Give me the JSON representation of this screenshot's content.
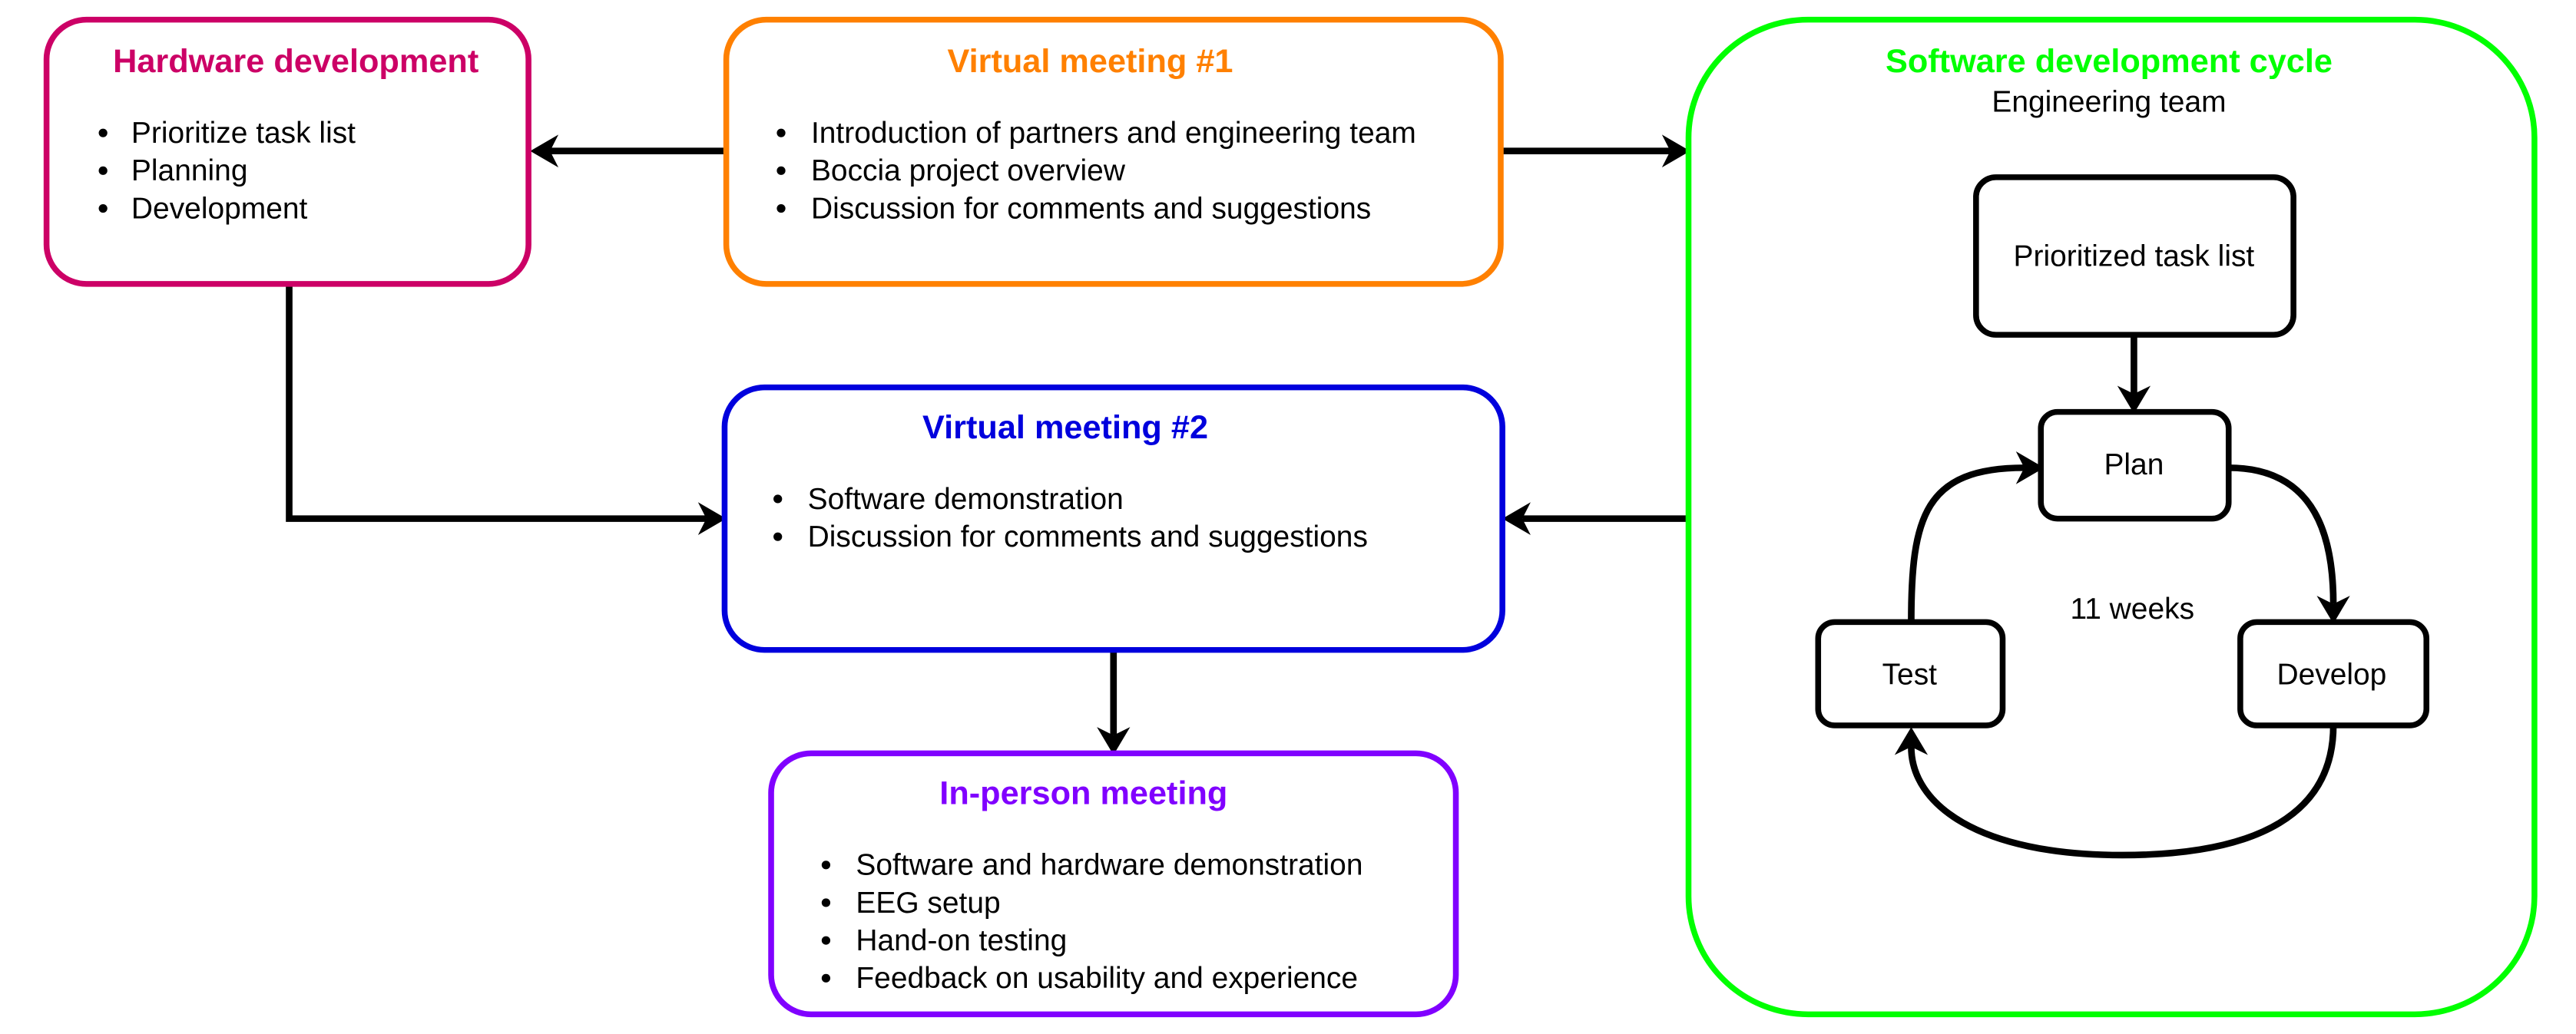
{
  "colors": {
    "hardware": "#CC0066",
    "virtual_meeting_1": "#FF8000",
    "software_cycle": "#00FF00",
    "virtual_meeting_2": "#0000DD",
    "in_person": "#8000FF",
    "connector": "#000000"
  },
  "hardware": {
    "title": "Hardware development",
    "items": [
      "Prioritize task list",
      "Planning",
      "Development"
    ]
  },
  "virtual_meeting_1": {
    "title": "Virtual meeting #1",
    "items": [
      "Introduction of partners and engineering team",
      "Boccia project overview",
      "Discussion for comments and suggestions"
    ]
  },
  "virtual_meeting_2": {
    "title": "Virtual meeting #2",
    "items": [
      "Software demonstration",
      "Discussion for comments and suggestions"
    ]
  },
  "in_person": {
    "title": "In-person meeting",
    "items": [
      "Software and hardware demonstration",
      "EEG setup",
      "Hand-on testing",
      "Feedback on usability and experience"
    ]
  },
  "software_cycle": {
    "title": "Software development cycle",
    "subtitle": "Engineering team",
    "nodes": {
      "backlog": "Prioritized task list",
      "plan": "Plan",
      "develop": "Develop",
      "test": "Test"
    },
    "duration": "11 weeks"
  },
  "connections": [
    {
      "from": "virtual_meeting_1",
      "to": "hardware"
    },
    {
      "from": "virtual_meeting_1",
      "to": "software_cycle"
    },
    {
      "from": "hardware",
      "to": "virtual_meeting_2"
    },
    {
      "from": "software_cycle",
      "to": "virtual_meeting_2"
    },
    {
      "from": "virtual_meeting_2",
      "to": "in_person"
    },
    {
      "from": "backlog",
      "to": "plan"
    },
    {
      "from": "plan",
      "to": "develop"
    },
    {
      "from": "develop",
      "to": "test"
    },
    {
      "from": "test",
      "to": "plan"
    }
  ]
}
